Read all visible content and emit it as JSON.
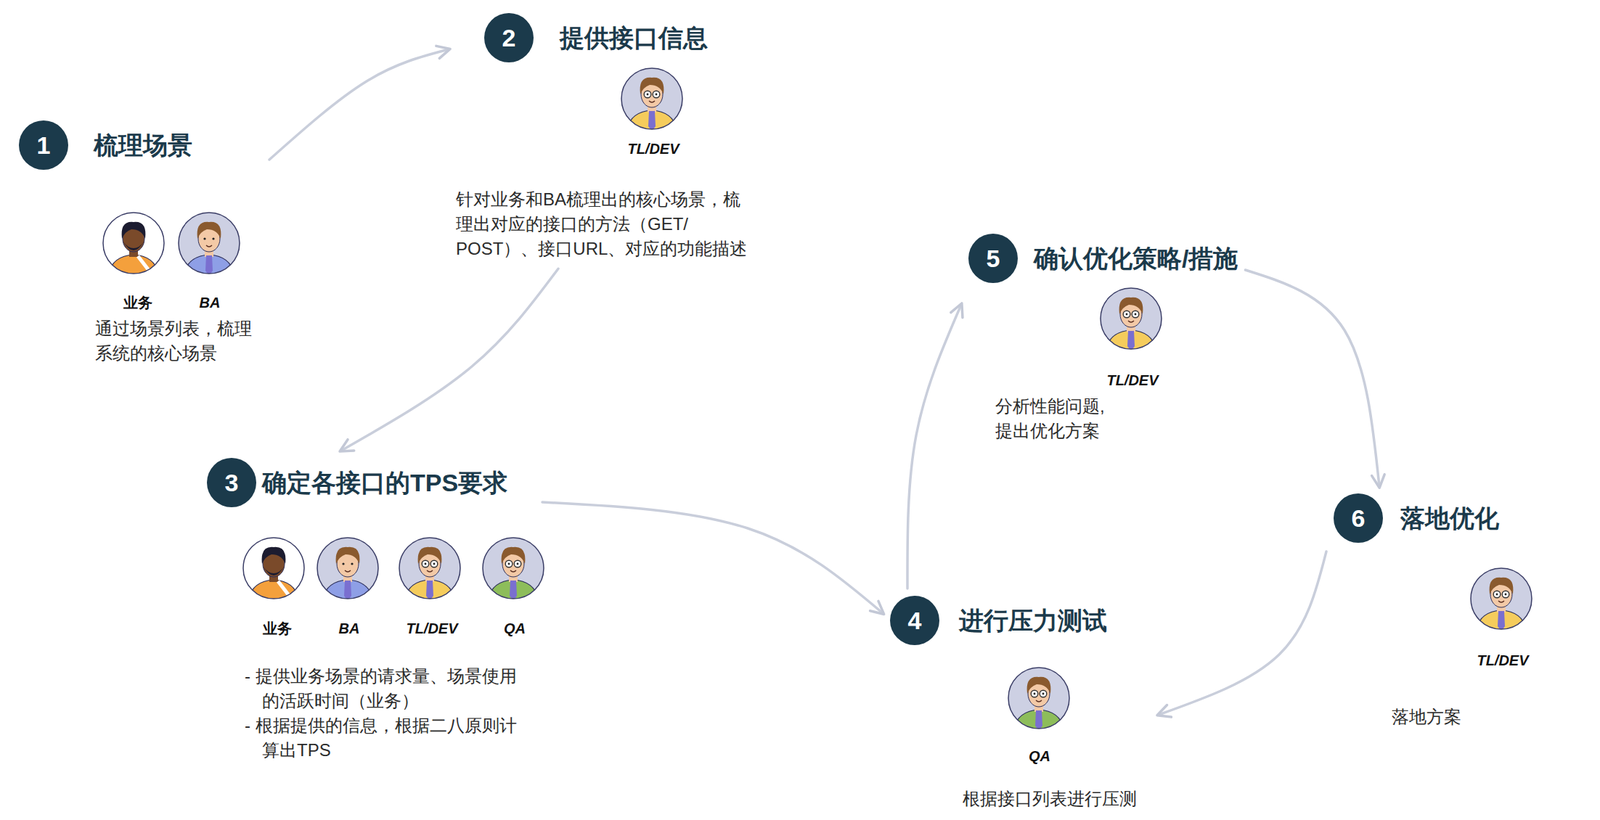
{
  "diagram": {
    "nodes": [
      {
        "text": [
          "1",
          "梳理场景",
          "通过场景列表，梳理 系统的核心场景"
        ]
      },
      {
        "text": [
          "2",
          "提供接口信息",
          "针对业务和BA梳理出的核心场景，梳 理出对应的接口的方法（GET/ POST）、接口URL、对应的功能描述"
        ]
      },
      {
        "text": [
          "3",
          "确定各接口的TPS要求",
          "- 提供业务场景的请求量、场景使用 的活跃时间（业务）",
          "- 根据提供的信息，根据二八原则计 算出TPS"
        ]
      },
      {
        "text": [
          "4",
          "进行压力测试",
          "根据接口列表进行压测"
        ]
      },
      {
        "text": [
          "5",
          "确认优化策略/措施",
          "分析性能问题, 提出优化方案"
        ]
      },
      {
        "text": [
          "6",
          "落地优化",
          "落地方案"
        ]
      }
    ],
    "edges": [
      {
        "from": 0,
        "to": 1,
        "arrow": "to"
      },
      {
        "from": 1,
        "to": 2,
        "arrow": "to"
      },
      {
        "from": 2,
        "to": 3,
        "arrow": "to"
      },
      {
        "from": 3,
        "to": 4,
        "arrow": "to"
      },
      {
        "from": 4,
        "to": 5,
        "arrow": "to"
      },
      {
        "from": 5,
        "to": 3,
        "arrow": "to"
      }
    ],
    "labels": [
      "业务",
      "BA",
      "TL/DEV",
      "业务",
      "BA",
      "TL/DEV",
      "QA",
      "QA",
      "TL/DEV",
      "TL/DEV"
    ]
  }
}
